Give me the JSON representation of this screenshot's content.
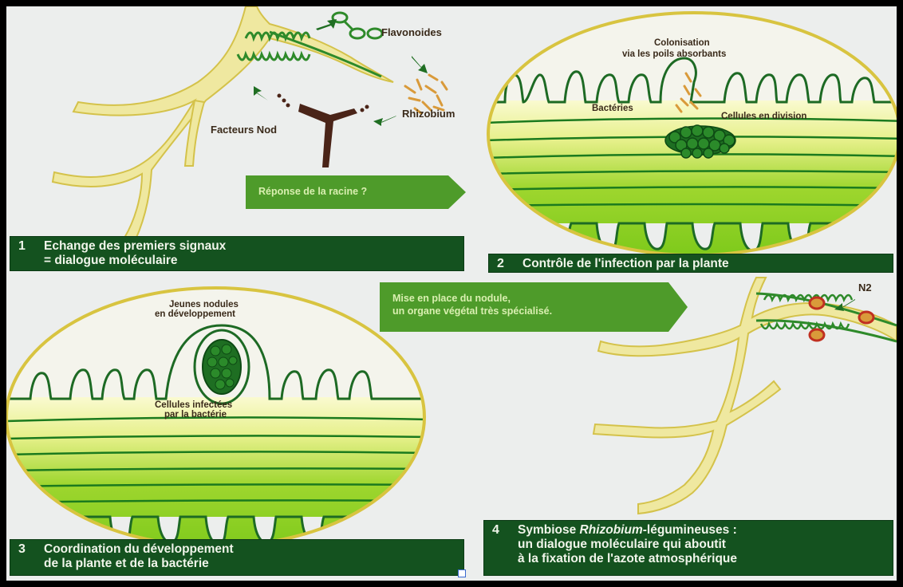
{
  "panel1": {
    "flavonoides": "Flavonoides",
    "rhizobium": "Rhizobium",
    "facteurs_nod": "Facteurs Nod",
    "banner_num": "1",
    "banner_line1": "Echange des premiers signaux",
    "banner_line2": "= dialogue moléculaire"
  },
  "reponse_arrow": "Réponse de la racine ?",
  "panel2": {
    "colonisation_line1": "Colonisation",
    "colonisation_line2": "via les poils absorbants",
    "bacteries": "Bactéries",
    "cellules_division": "Cellules en division",
    "banner_num": "2",
    "banner_text": "Contrôle de l'infection par la plante"
  },
  "mise_en_place_arrow": {
    "line1": "Mise en place du nodule,",
    "line2": "un organe végétal très spécialisé."
  },
  "panel3": {
    "jeunes_line1": "Jeunes nodules",
    "jeunes_line2": "en développement",
    "infectees_line1": "Cellules infectées",
    "infectees_line2": "par la bactérie",
    "banner_num": "3",
    "banner_line1": "Coordination du développement",
    "banner_line2": "de la plante et de la bactérie"
  },
  "panel4": {
    "n2": "N2",
    "banner_num": "4",
    "banner_line1_pre": "Symbiose ",
    "banner_line1_italic": "Rhizobium",
    "banner_line1_post": "-légumineuses :",
    "banner_line2": "un dialogue moléculaire qui aboutit",
    "banner_line3": "à la fixation de l'azote atmosphérique"
  },
  "colors": {
    "background": "#eceeed",
    "banner": "#14521f",
    "arrow_box": "#4e9b2a",
    "tissue_green": "#1b7a1e",
    "root_cream": "#f0eaa0",
    "ellipse_border": "#d8c440",
    "bacteria": "#d99a3a",
    "nod_factor": "#4a2418"
  }
}
